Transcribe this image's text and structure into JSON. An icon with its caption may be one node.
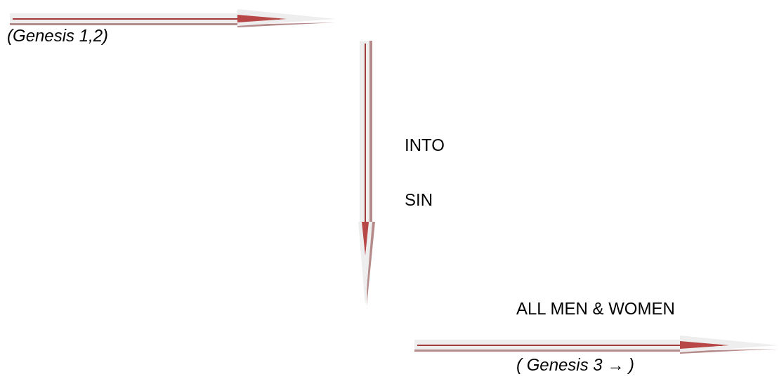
{
  "diagram": {
    "labels": [
      "(Genesis 1,2)",
      "INTO",
      "SIN",
      "ALL MEN & WOMEN",
      "( Genesis 3 → )"
    ]
  }
}
